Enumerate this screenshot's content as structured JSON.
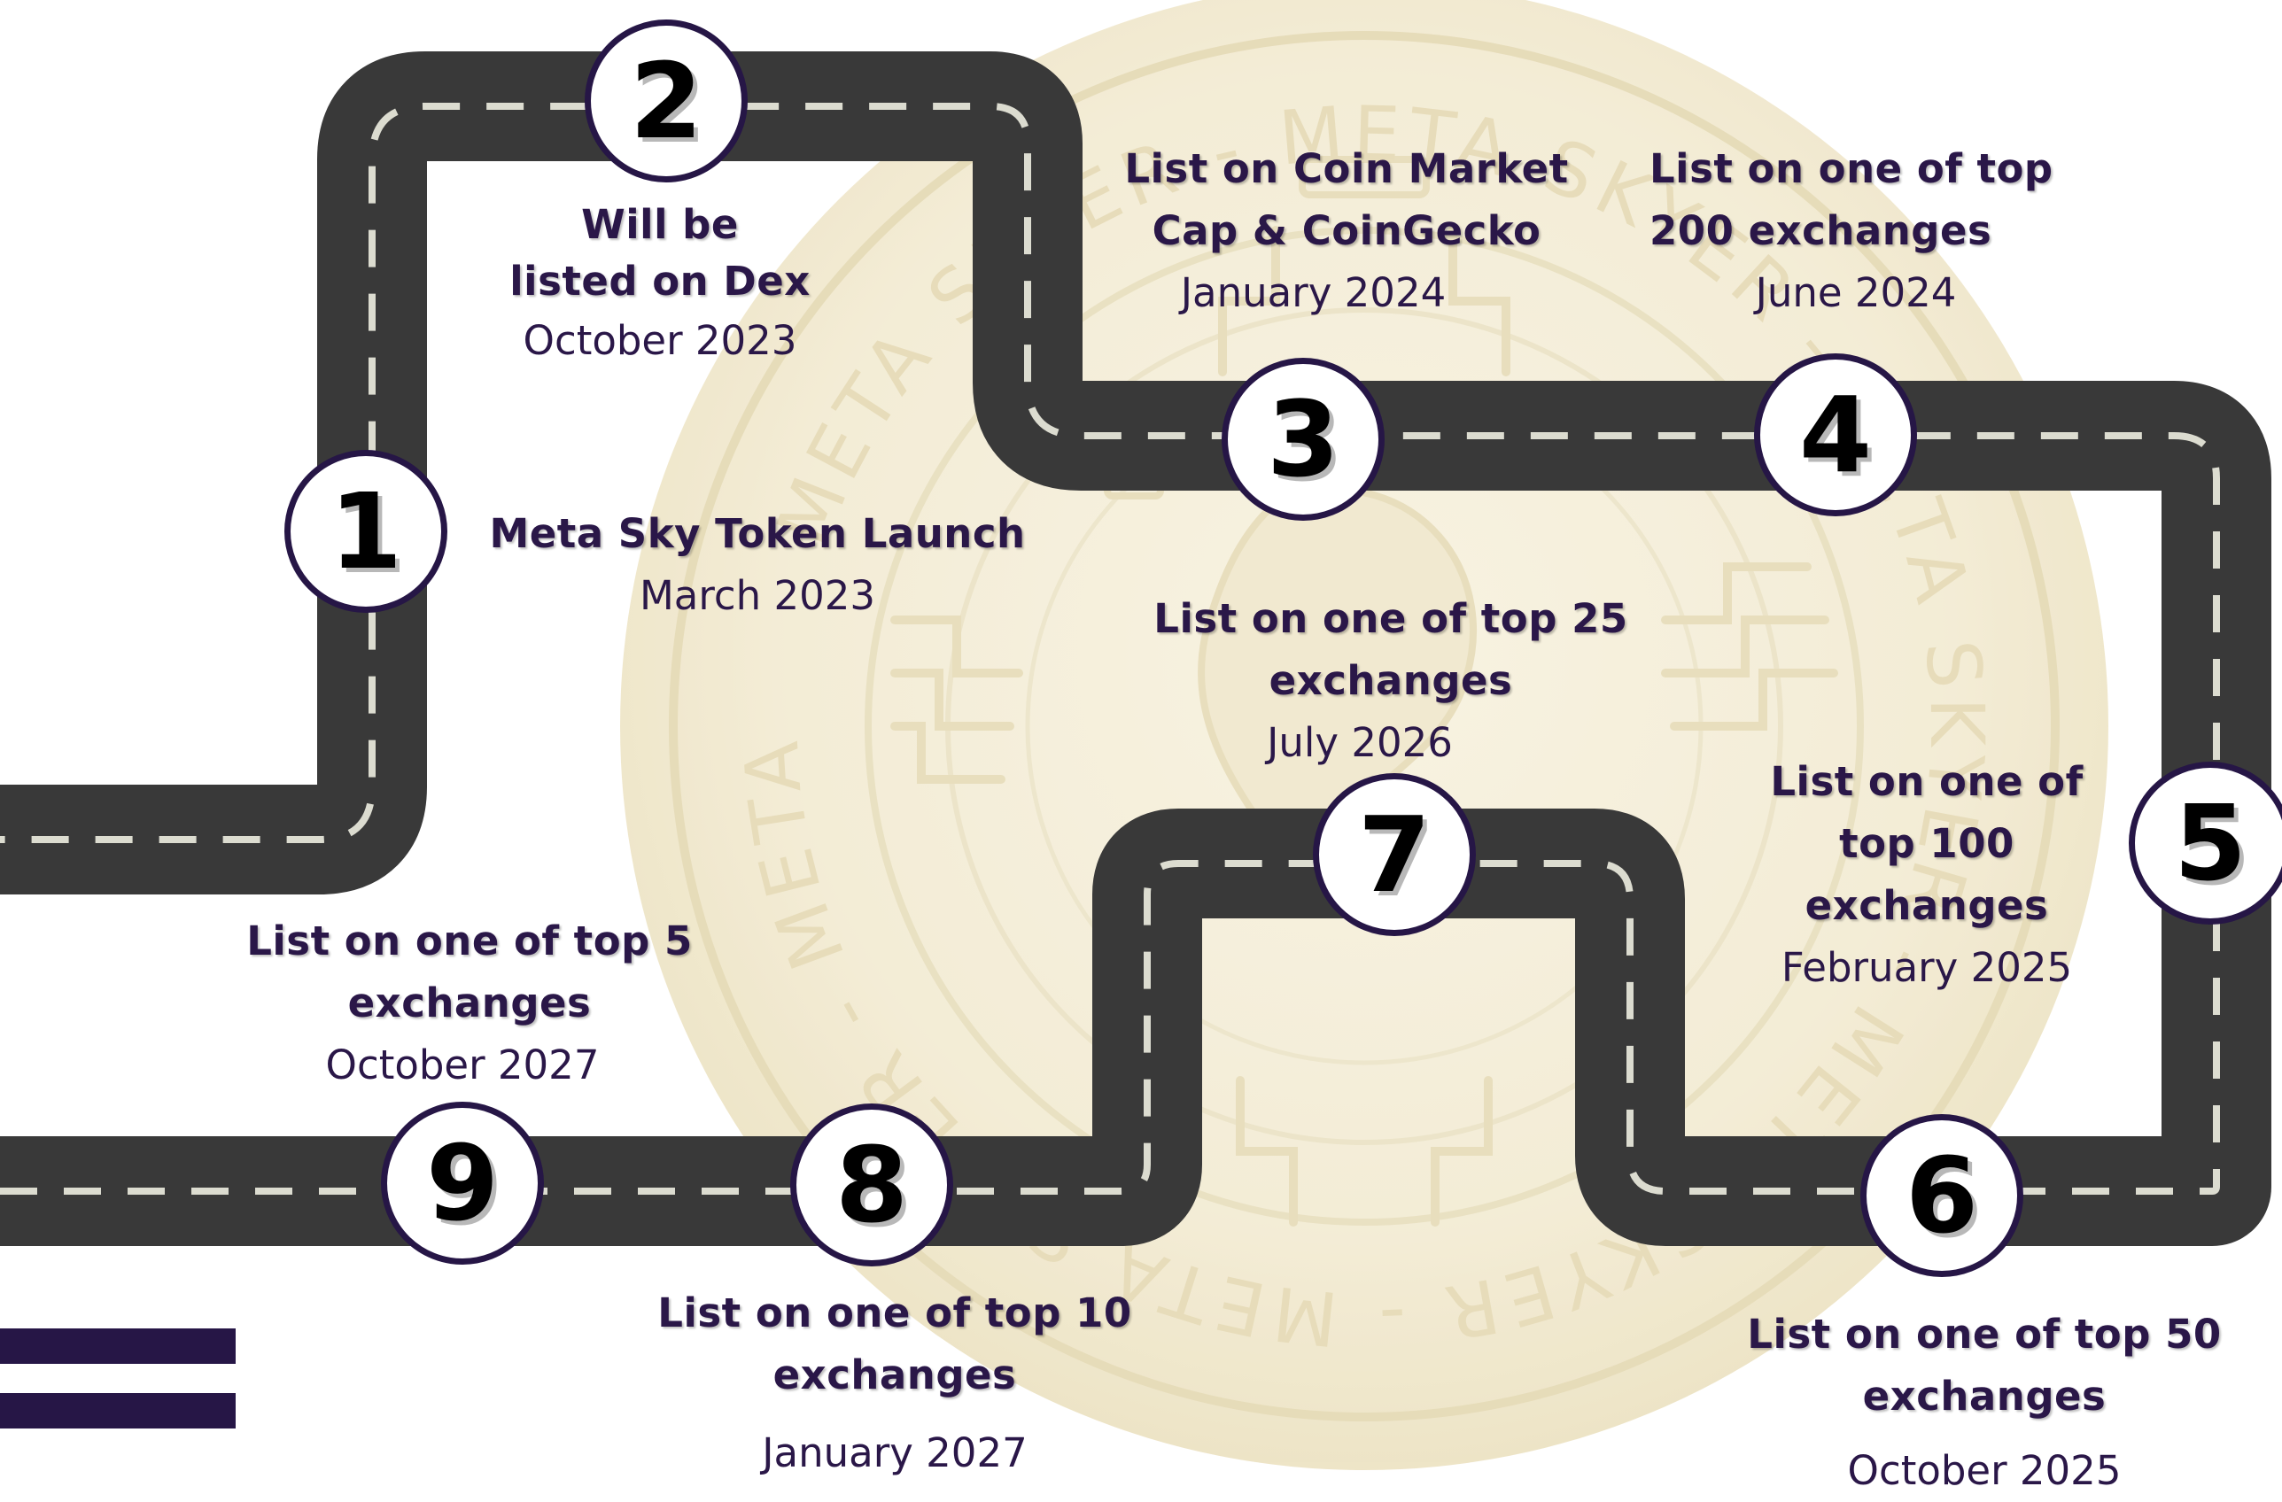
{
  "coin_text": "META SKYER",
  "milestones": [
    {
      "number": "1",
      "title": "Meta Sky Token Launch",
      "date": "March 2023"
    },
    {
      "number": "2",
      "title": "Will be\nlisted on Dex",
      "date": "October 2023"
    },
    {
      "number": "3",
      "title": "List on Coin Market\nCap & CoinGecko",
      "date": "January 2024"
    },
    {
      "number": "4",
      "title": "List on one of top\n200 exchanges",
      "date": "June 2024"
    },
    {
      "number": "5",
      "title": "List on one of\ntop 100\nexchanges",
      "date": "February 2025"
    },
    {
      "number": "6",
      "title": "List on one of top 50\nexchanges",
      "date": "October 2025"
    },
    {
      "number": "7",
      "title": "List on one of top 25\nexchanges",
      "date": "July 2026"
    },
    {
      "number": "8",
      "title": "List on one of top 10\nexchanges",
      "date": "January 2027"
    },
    {
      "number": "9",
      "title": "List on one of top 5\nexchanges",
      "date": "October 2027"
    }
  ],
  "colors": {
    "road": "#393939",
    "road_dash": "#dcdcd0",
    "text": "#2a1748",
    "marker_border": "#261646",
    "coin": "#f3ecd3",
    "menu_bars": "#261646"
  }
}
